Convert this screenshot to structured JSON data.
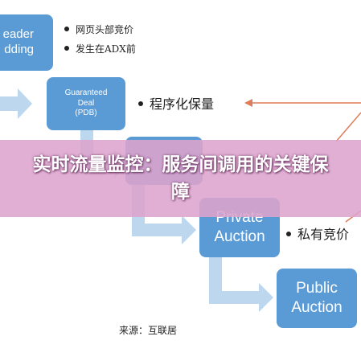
{
  "boxes": {
    "header": {
      "line1": "eader",
      "line2": "dding"
    },
    "pdb": {
      "line1": "Guaranteed",
      "line2": "Deal",
      "line3": "(PDB)"
    },
    "private": {
      "line1": "Private",
      "line2": "Auction"
    },
    "public": {
      "line1": "Public",
      "line2": "Auction"
    }
  },
  "notes": {
    "note1": "网页头部竞价",
    "note2": "发生在ADX前",
    "note3": "程序化保量",
    "note4": "私有竞价"
  },
  "source": "来源：互联居",
  "banner": {
    "title": "实时流量监控：服务间调用的关键保障"
  },
  "colors": {
    "box": "#5b9bd5",
    "arrow": "#bdd7ee",
    "banner": "#dda4cd",
    "pointer": "#e07b5a"
  }
}
